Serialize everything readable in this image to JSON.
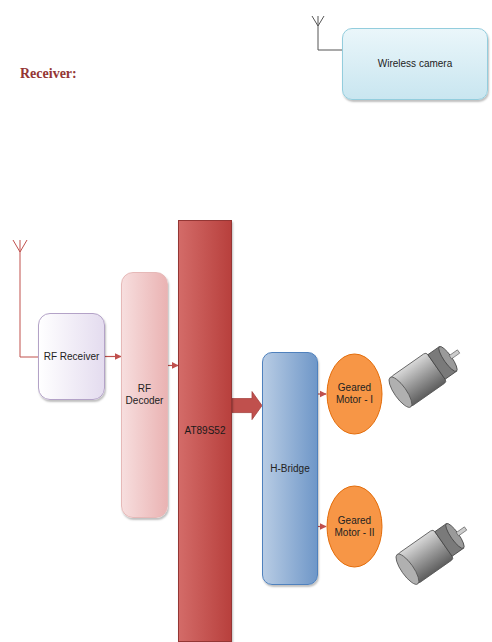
{
  "diagram": {
    "nodes": [
      {
        "text": [
          "Wireless camera"
        ]
      },
      {
        "text": [
          "RF Receiver"
        ]
      },
      {
        "text": [
          "RF Decoder"
        ]
      },
      {
        "text": [
          "AT89S52"
        ]
      },
      {
        "text": [
          "H-Bridge"
        ]
      },
      {
        "text": [
          "Geared Motor - I"
        ]
      },
      {
        "text": [
          "Geared Motor - II"
        ]
      }
    ],
    "edges": [
      {
        "from": 1,
        "to": 2,
        "arrow": "to"
      },
      {
        "from": 2,
        "to": 3,
        "arrow": "to"
      },
      {
        "from": 3,
        "to": 4,
        "arrow": "to"
      },
      {
        "from": 4,
        "to": 5,
        "arrow": "to"
      },
      {
        "from": 4,
        "to": 6,
        "arrow": "to"
      }
    ],
    "labels": [
      "Receiver:"
    ]
  }
}
